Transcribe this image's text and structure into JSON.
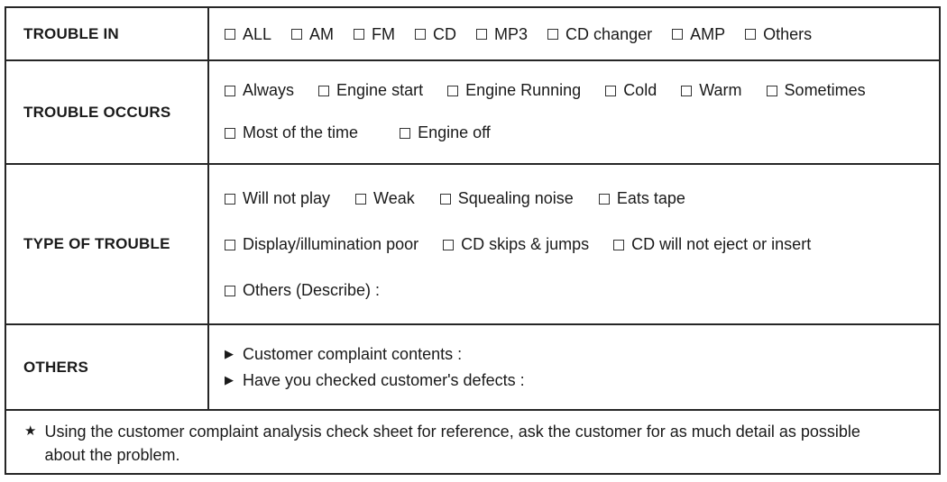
{
  "sheet": {
    "rows": [
      {
        "id": "trouble-in",
        "label": "TROUBLE IN",
        "lines": [
          [
            "ALL",
            "AM",
            "FM",
            "CD",
            "MP3",
            "CD changer",
            "AMP",
            "Others"
          ]
        ]
      },
      {
        "id": "trouble-occurs",
        "label": "TROUBLE OCCURS",
        "lines": [
          [
            "Always",
            "Engine start",
            "Engine Running",
            "Cold",
            "Warm",
            "Sometimes"
          ],
          [
            "Most of the time",
            "Engine off"
          ]
        ]
      },
      {
        "id": "type-of-trouble",
        "label": "TYPE OF TROUBLE",
        "lines": [
          [
            "Will not play",
            "Weak",
            "Squealing noise",
            "Eats tape"
          ],
          [
            "Display/illumination poor",
            "CD skips & jumps",
            "CD will not eject or insert"
          ],
          [
            "Others (Describe) :"
          ]
        ]
      }
    ],
    "others": {
      "label": "OTHERS",
      "prompts": [
        "Customer complaint contents :",
        "Have you checked customer's defects :"
      ]
    },
    "footnote": {
      "text": "Using the customer complaint analysis check sheet for reference, ask the customer for as much detail as possible about the problem."
    }
  },
  "icons": {
    "checkbox": {
      "name": "empty-checkbox"
    },
    "prompt_bullet": {
      "name": "right-triangle",
      "glyph": "▶"
    },
    "footnote_marker": {
      "name": "star",
      "glyph": "★"
    }
  },
  "colors": {
    "ink": "#1a1a1a",
    "border": "#262626",
    "background": "#ffffff"
  }
}
